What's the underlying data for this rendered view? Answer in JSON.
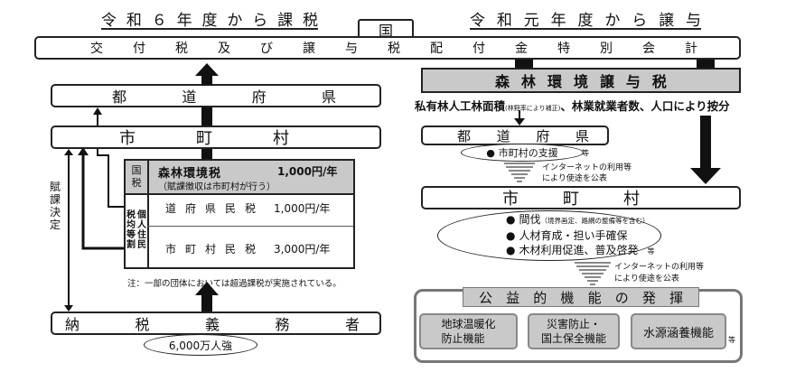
{
  "left_heading": "令和６年度から課税",
  "right_heading": "令和元年度から譲与",
  "national": {
    "label": "国"
  },
  "special_account": {
    "label": "交付税及び譲与税配付金特別会計"
  },
  "left": {
    "prefecture": "都道府県",
    "municipality": "市町村",
    "assessment_label": "賦課決定",
    "tax_table": {
      "national_tax_label": "国税",
      "forest_tax_name": "森林環境税",
      "forest_tax_amount": "1,000円/年",
      "forest_tax_note": "（賦課徴収は市町村が行う）",
      "resident_tax_label": "個人住民税均等割",
      "pref_tax_name": "道府県民税",
      "pref_tax_amount": "1,000円/年",
      "muni_tax_name": "市町村民税",
      "muni_tax_amount": "3,000円/年"
    },
    "footnote": "注：一部の団体においては超過課税が実施されている。",
    "taxpayers": "納税義務者",
    "taxpayers_count": "6,000万人強"
  },
  "right": {
    "transfer_tax": "森林環境譲与税",
    "distribution_main": "私有林人工林面積",
    "distribution_small": "(林野率により補正)",
    "distribution_rest": "、林業就業者数、人口により按分",
    "prefecture": "都道府県",
    "prefecture_support": "市町村の支援",
    "etc": "等",
    "internet_note_line1": "インターネットの利用等",
    "internet_note_line2": "により使途を公表",
    "municipality": "市町村",
    "uses": [
      {
        "label": "間伐",
        "sub": "（境界画定、路網の整備等を含む）"
      },
      {
        "label": "人材育成・担い手確保",
        "sub": ""
      },
      {
        "label": "木材利用促進、普及啓発",
        "sub": "等"
      }
    ],
    "public_functions_title": "公益的機能の発揮",
    "functions": [
      {
        "label": "地球温暖化\n防止機能"
      },
      {
        "label": "災害防止・\n国土保全機能"
      },
      {
        "label": "水源涵養機能"
      }
    ]
  }
}
